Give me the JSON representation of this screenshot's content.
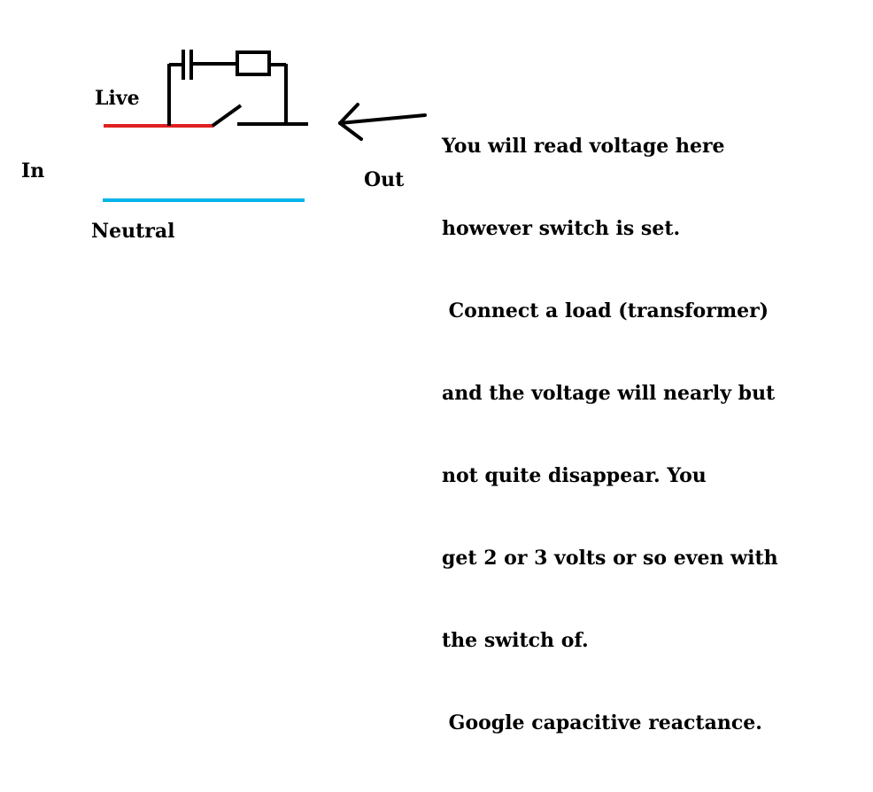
{
  "labels": {
    "live": "Live",
    "in": "In",
    "neutral": "Neutral",
    "out": "Out"
  },
  "note_lines": [
    "You will read voltage here",
    "however switch is set.",
    " Connect a load (transformer)",
    "and the voltage will nearly but",
    "not quite disappear. You",
    "get 2 or 3 volts or so even with",
    "the switch of.",
    " Google capacitive reactance."
  ],
  "colors": {
    "live_wire": "#e02020",
    "neutral_wire": "#00b4ea",
    "ink": "#000000",
    "background": "#ffffff"
  },
  "components": [
    "capacitor",
    "resistor",
    "switch",
    "arrow"
  ]
}
